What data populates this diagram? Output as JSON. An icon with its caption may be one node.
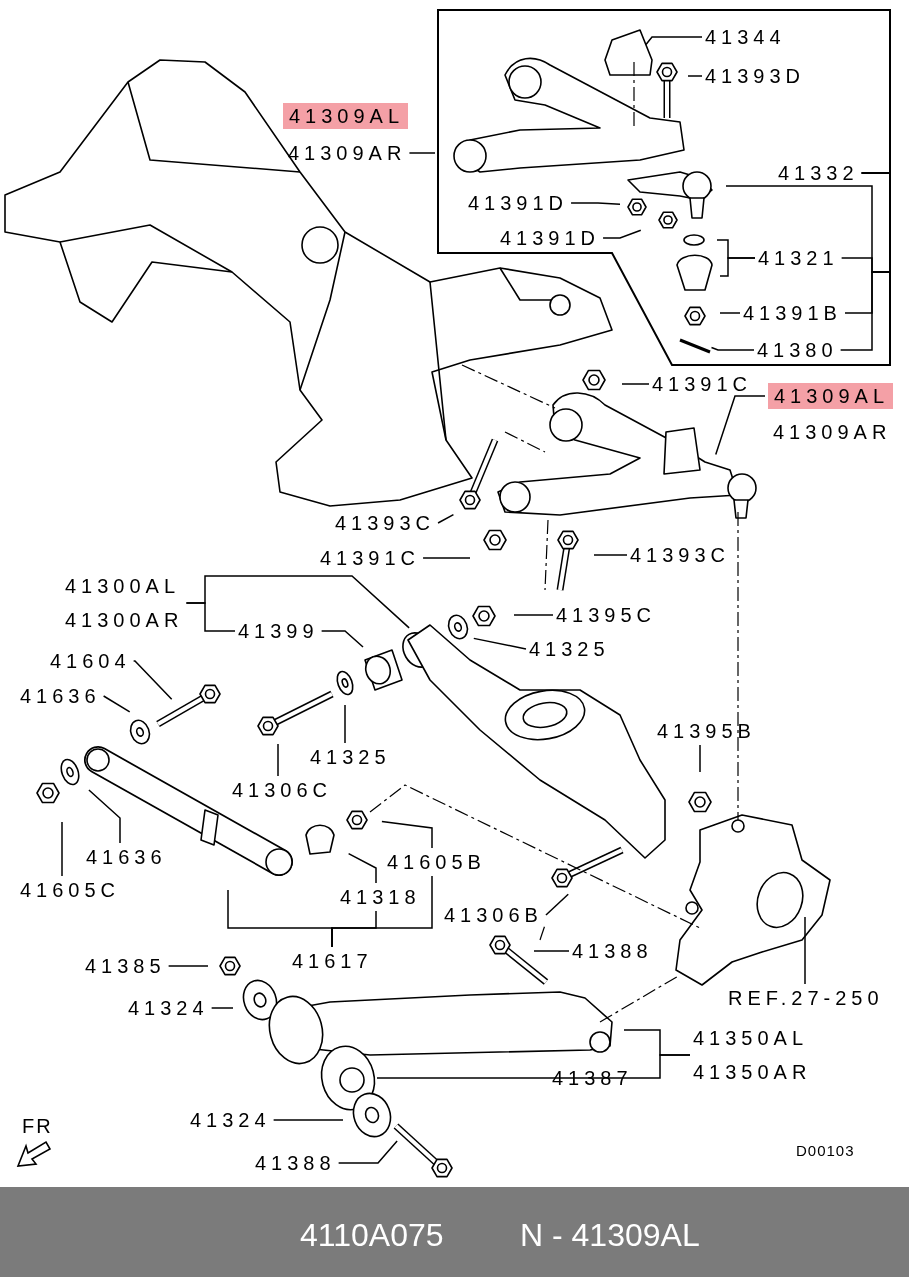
{
  "diagram": {
    "nodes": [
      {
        "text": [],
        "shape": "box"
      },
      {
        "text": [
          "41344"
        ],
        "in": 0
      },
      {
        "text": [
          "41393D"
        ],
        "in": 0
      },
      {
        "text": [
          "41309AL"
        ]
      },
      {
        "text": [
          "41309AR"
        ]
      },
      {
        "text": [
          "41332"
        ],
        "in": 0
      },
      {
        "text": [
          "41391D"
        ],
        "in": 0
      },
      {
        "text": [
          "41391D"
        ],
        "in": 0
      },
      {
        "text": [
          "41321"
        ],
        "in": 0
      },
      {
        "text": [
          "41391B"
        ],
        "in": 0
      },
      {
        "text": [
          "41380"
        ],
        "in": 0
      },
      {
        "text": [
          "41391C"
        ]
      },
      {
        "text": [
          "41309AL"
        ]
      },
      {
        "text": [
          "41309AR"
        ]
      },
      {
        "text": [
          "41393C"
        ]
      },
      {
        "text": [
          "41391C"
        ]
      },
      {
        "text": [
          "41393C"
        ]
      },
      {
        "text": [
          "41300AL",
          "41300AR"
        ]
      },
      {
        "text": [
          "41399"
        ]
      },
      {
        "text": [
          "41395C"
        ]
      },
      {
        "text": [
          "41325"
        ]
      },
      {
        "text": [
          "41604"
        ]
      },
      {
        "text": [
          "41636"
        ]
      },
      {
        "text": [
          "41395B"
        ]
      },
      {
        "text": [
          "41325"
        ]
      },
      {
        "text": [
          "41306C"
        ]
      },
      {
        "text": [
          "41636"
        ]
      },
      {
        "text": [
          "41605B"
        ]
      },
      {
        "text": [
          "41605C"
        ]
      },
      {
        "text": [
          "41318"
        ]
      },
      {
        "text": [
          "41306B"
        ]
      },
      {
        "text": [
          "41388"
        ]
      },
      {
        "text": [
          "41617"
        ]
      },
      {
        "text": [
          "41385"
        ]
      },
      {
        "text": [
          "REF.27-250"
        ]
      },
      {
        "text": [
          "41324"
        ]
      },
      {
        "text": [
          "41350AL",
          "41350AR"
        ]
      },
      {
        "text": [
          "41387"
        ]
      },
      {
        "text": [
          "41324"
        ]
      },
      {
        "text": [
          "41388"
        ]
      }
    ],
    "edges": [
      {
        "from": 1,
        "to": null,
        "arrow": "none"
      },
      {
        "from": 2,
        "to": null,
        "arrow": "none"
      },
      {
        "from": 4,
        "to": 0,
        "arrow": "none"
      },
      {
        "from": 5,
        "to": null,
        "arrow": "none"
      },
      {
        "from": 6,
        "to": null,
        "arrow": "none"
      },
      {
        "from": 7,
        "to": null,
        "arrow": "none"
      },
      {
        "from": 8,
        "to": null,
        "arrow": "none"
      },
      {
        "from": 8,
        "to": null,
        "arrow": "none"
      },
      {
        "from": 9,
        "to": null,
        "arrow": "none"
      },
      {
        "from": 10,
        "to": null,
        "arrow": "none"
      },
      {
        "from": 11,
        "to": null,
        "arrow": "none"
      },
      {
        "from": 12,
        "to": null,
        "arrow": "none"
      },
      {
        "from": 14,
        "to": null,
        "arrow": "none"
      },
      {
        "from": 15,
        "to": null,
        "arrow": "none"
      },
      {
        "from": 16,
        "to": null,
        "arrow": "none"
      },
      {
        "from": 17,
        "to": null,
        "arrow": "none"
      },
      {
        "from": 18,
        "to": null,
        "arrow": "none"
      },
      {
        "from": 19,
        "to": null,
        "arrow": "none"
      },
      {
        "from": 20,
        "to": null,
        "arrow": "none"
      },
      {
        "from": 21,
        "to": null,
        "arrow": "none"
      },
      {
        "from": 22,
        "to": null,
        "arrow": "none"
      },
      {
        "from": 23,
        "to": null,
        "arrow": "none"
      },
      {
        "from": 24,
        "to": null,
        "arrow": "none"
      },
      {
        "from": 25,
        "to": null,
        "arrow": "none"
      },
      {
        "from": 26,
        "to": null,
        "arrow": "none"
      },
      {
        "from": 27,
        "to": null,
        "arrow": "none"
      },
      {
        "from": 28,
        "to": null,
        "arrow": "none"
      },
      {
        "from": 29,
        "to": null,
        "arrow": "none"
      },
      {
        "from": 32,
        "to": null,
        "arrow": "none"
      },
      {
        "from": 32,
        "to": 29,
        "arrow": "none"
      },
      {
        "from": 32,
        "to": 27,
        "arrow": "none"
      },
      {
        "from": 30,
        "to": null,
        "arrow": "none"
      },
      {
        "from": 31,
        "to": null,
        "arrow": "none"
      },
      {
        "from": 33,
        "to": null,
        "arrow": "none"
      },
      {
        "from": 34,
        "to": null,
        "arrow": "none"
      },
      {
        "from": 35,
        "to": null,
        "arrow": "none"
      },
      {
        "from": 36,
        "to": null,
        "arrow": "none"
      },
      {
        "from": 36,
        "to": 37,
        "arrow": "none"
      },
      {
        "from": 37,
        "to": null,
        "arrow": "none"
      },
      {
        "from": 38,
        "to": null,
        "arrow": "none"
      },
      {
        "from": 39,
        "to": null,
        "arrow": "none"
      },
      {
        "from": 5,
        "to": 8,
        "arrow": "none"
      },
      {
        "from": 5,
        "to": 9,
        "arrow": "none"
      },
      {
        "from": 5,
        "to": 10,
        "arrow": "none"
      },
      {
        "from": 17,
        "to": 18,
        "arrow": "none"
      }
    ],
    "labels": [
      "FR",
      "D00103",
      "4110A075",
      "N - 41309AL"
    ]
  }
}
